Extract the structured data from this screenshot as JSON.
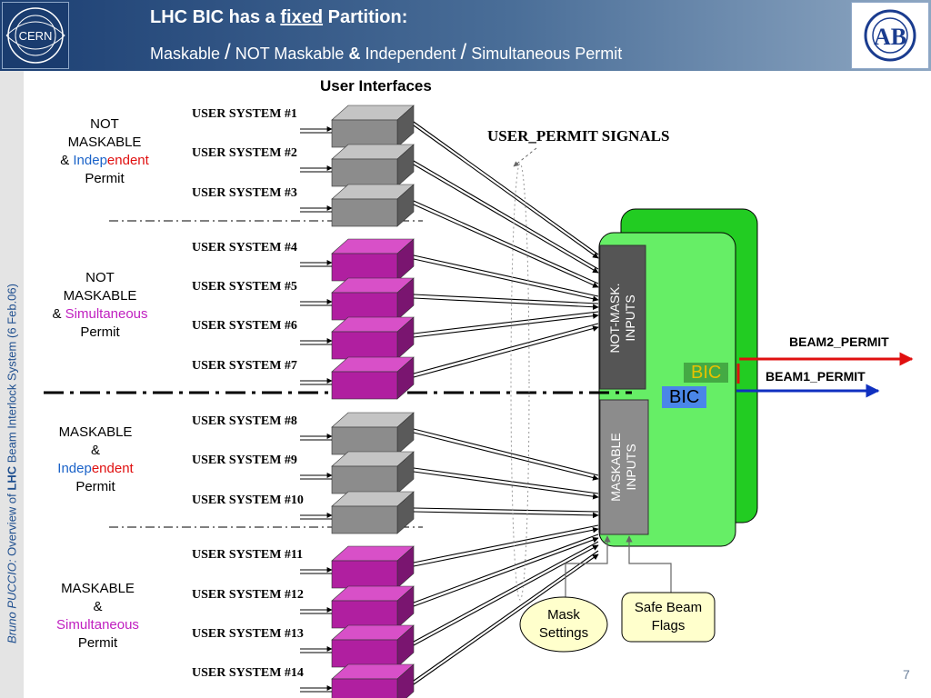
{
  "header": {
    "title_prefix": "LHC BIC has a ",
    "title_fixed": "fixed",
    "title_suffix": " Partition:",
    "sub_part1": "Maskable ",
    "sub_slash1": "/",
    "sub_part2": " NOT Maskable ",
    "sub_amp": "&",
    "sub_part3": " Independent ",
    "sub_slash2": "/",
    "sub_part4": " Simultaneous Permit"
  },
  "logos": {
    "left": "CERN",
    "right": "AB"
  },
  "sidebar": {
    "author_first": "Bruno ",
    "author_last": "PUCCIO",
    "colon": ":",
    "text1": "  Overview of ",
    "lhc": "LHC",
    "text2": " Beam Interlock System",
    "date": "   (6 Feb.06)"
  },
  "diagram": {
    "user_interfaces": "User Interfaces",
    "user_permit_signals": "USER_PERMIT SIGNALS",
    "user_systems": [
      "USER SYSTEM #1",
      "USER SYSTEM #2",
      "USER SYSTEM #3",
      "USER SYSTEM #4",
      "USER SYSTEM #5",
      "USER SYSTEM #6",
      "USER SYSTEM #7",
      "USER SYSTEM #8",
      "USER SYSTEM #9",
      "USER SYSTEM #10",
      "USER SYSTEM #11",
      "USER SYSTEM #12",
      "USER SYSTEM #13",
      "USER SYSTEM #14"
    ],
    "groups": [
      {
        "line1": "NOT",
        "line2": "MASKABLE",
        "amp": "& ",
        "word_a": "Indep",
        "word_b": "endent",
        "last": "Permit"
      },
      {
        "line1": "NOT",
        "line2": "MASKABLE",
        "amp": "& ",
        "word_a": "Simultaneous",
        "word_b": "",
        "last": "Permit"
      },
      {
        "line1": "MASKABLE",
        "line2": "&",
        "amp": "",
        "word_a": "Indep",
        "word_b": "endent",
        "last": "Permit"
      },
      {
        "line1": "MASKABLE",
        "line2": "&",
        "amp": "",
        "word_a": "Simultaneous",
        "word_b": "",
        "last": "Permit"
      }
    ],
    "not_mask_line1": "NOT-MASK.",
    "not_mask_line2": "INPUTS",
    "maskable_line1": "MASKABLE",
    "maskable_line2": "INPUTS",
    "bic_back": "BIC",
    "bic_front": "BIC",
    "beam2": "BEAM2_PERMIT",
    "beam1": "BEAM1_PERMIT",
    "mask_settings_1": "Mask",
    "mask_settings_2": "Settings",
    "safe_beam_1": "Safe Beam",
    "safe_beam_2": "Flags"
  },
  "colors": {
    "header": "#1c3f73",
    "green_back": "#22cc22",
    "green_front": "#66ee66",
    "gray_box": "#8c8c8c",
    "magenta_box": "#b01fa0",
    "beam2_arrow": "#e01010",
    "beam1_arrow": "#1030c0",
    "bic_label": "#4a86e8"
  },
  "page_number": "7"
}
